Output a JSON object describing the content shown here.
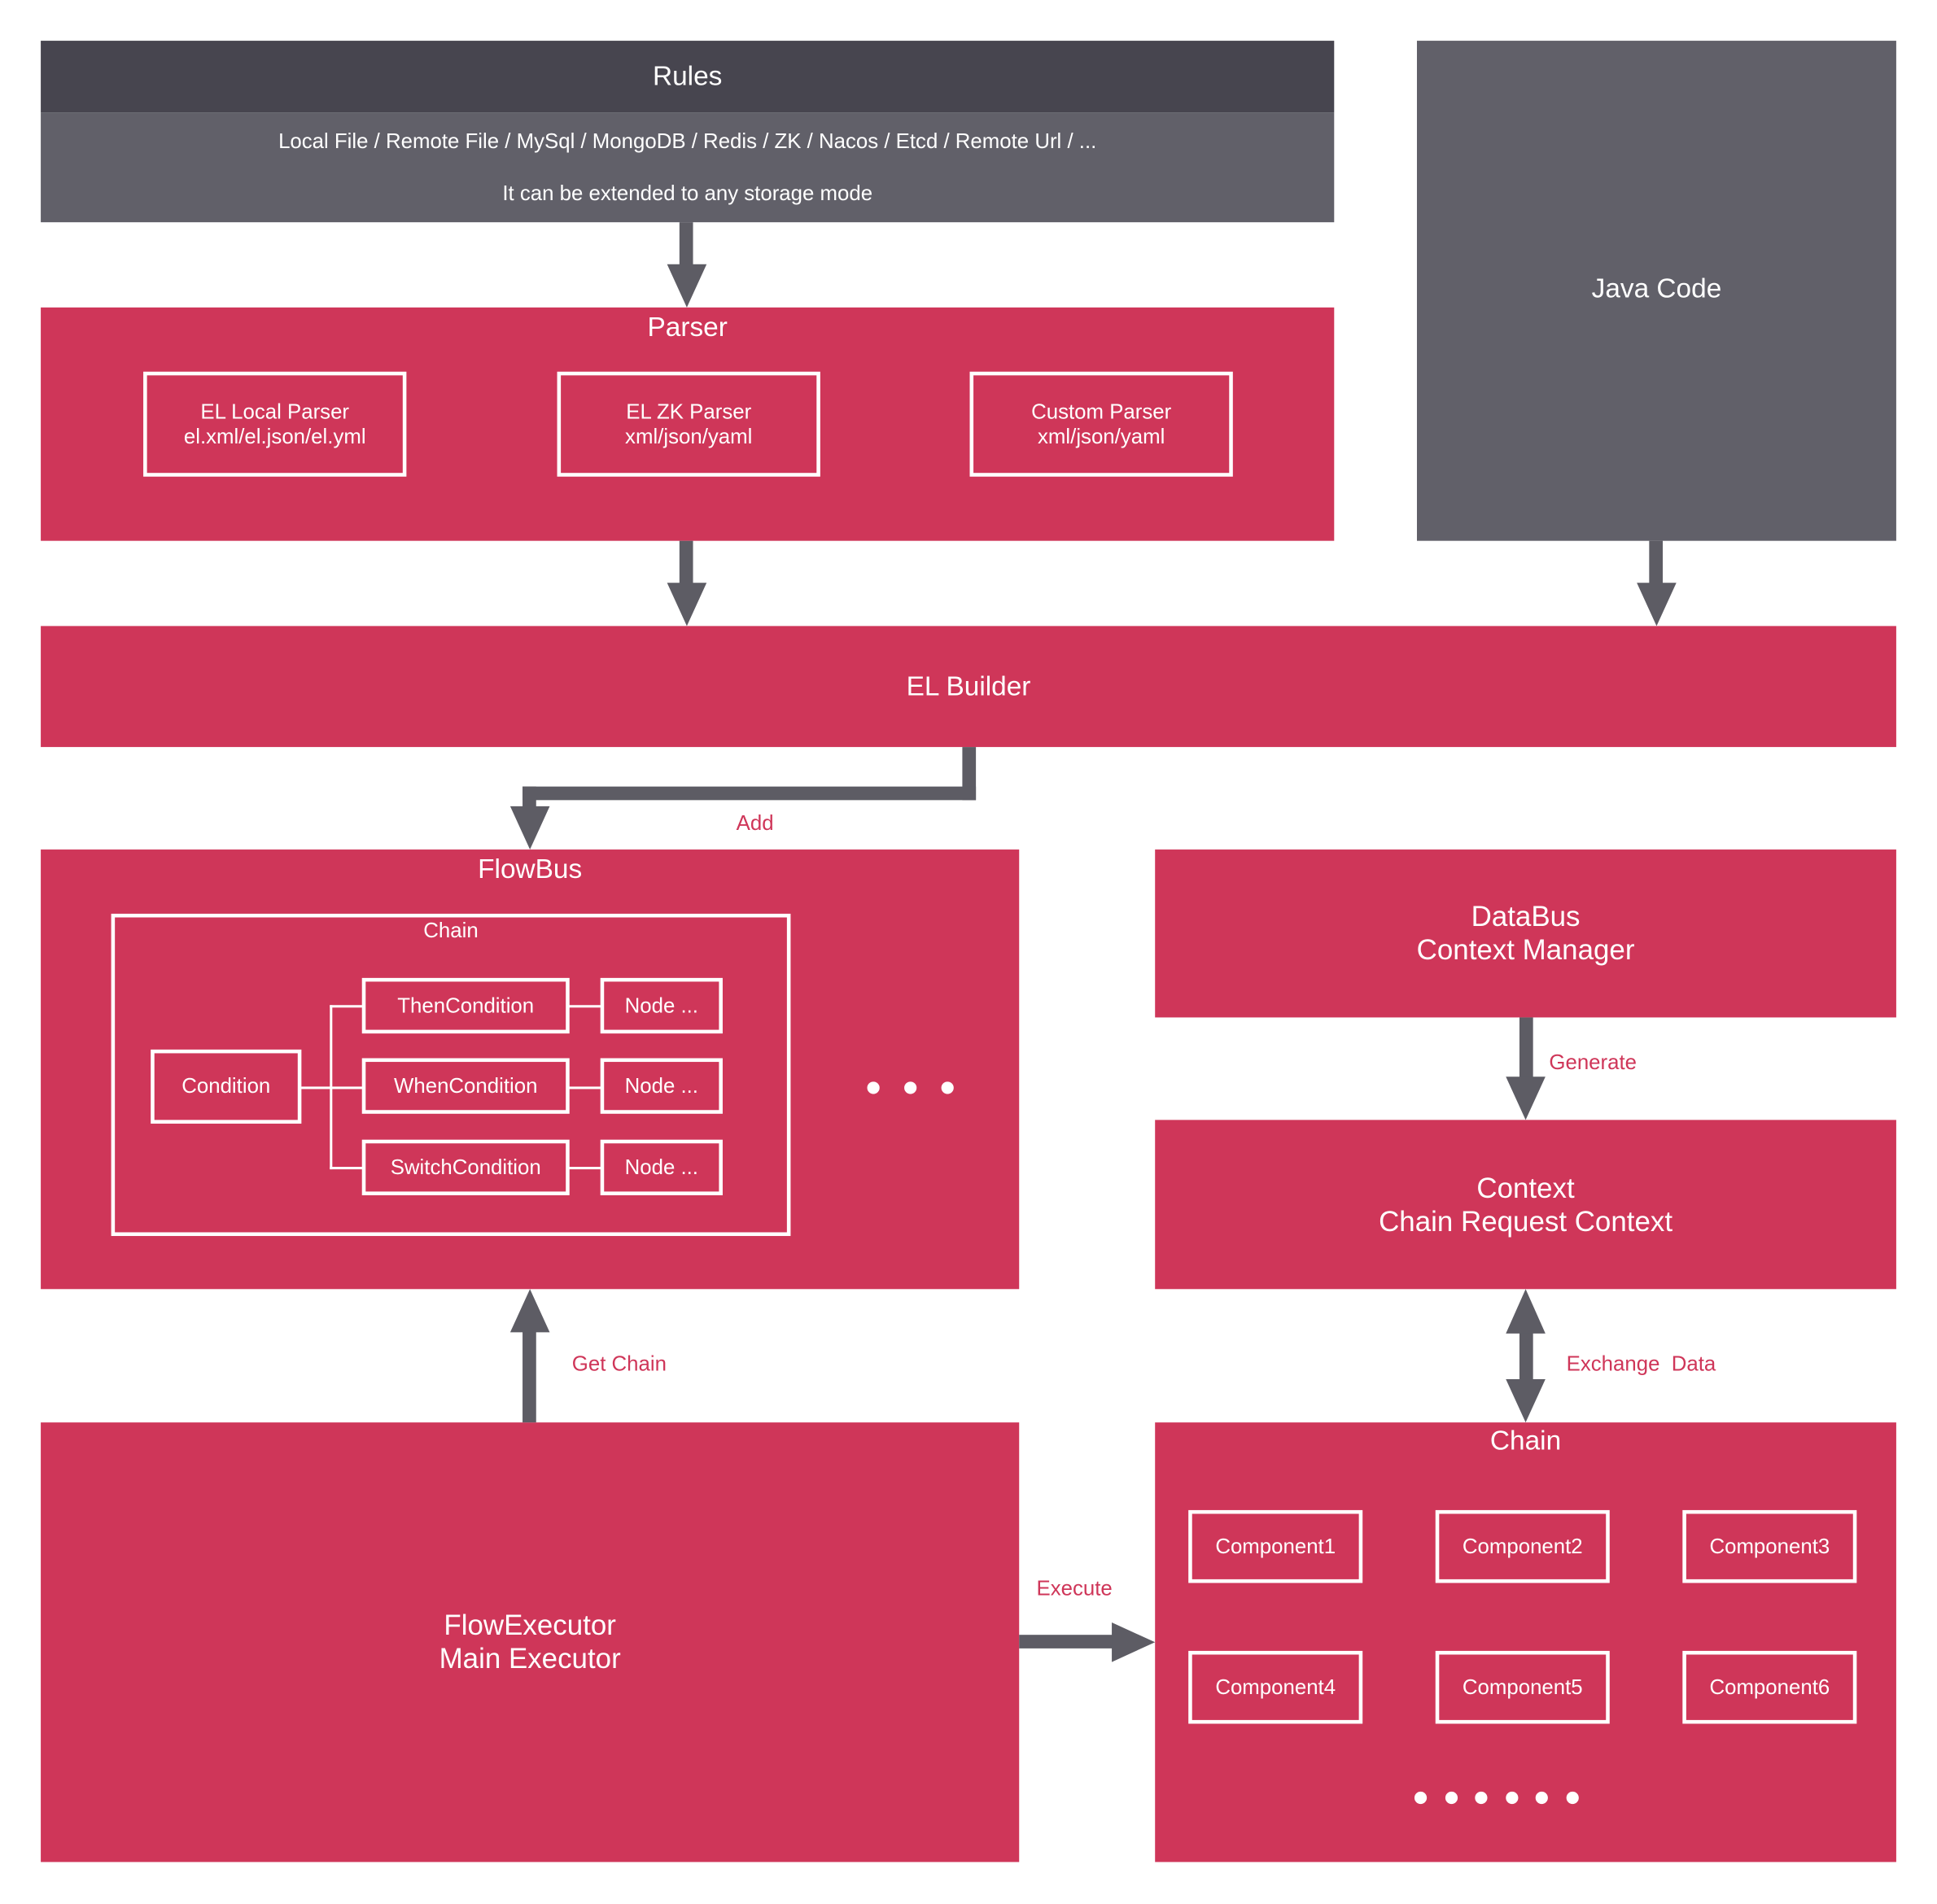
{
  "rules": {
    "title": "Rules",
    "sources": "Local File / Remote File / MySql / MongoDB / Redis / ZK / Nacos / Etcd / Remote Url / ...",
    "note": "It can be extended to any storage mode"
  },
  "java_code": "Java Code",
  "parser": {
    "title": "Parser",
    "items": [
      {
        "name": "EL Local Parser",
        "formats": "el.xml/el.json/el.yml"
      },
      {
        "name": "EL ZK Parser",
        "formats": "xml/json/yaml"
      },
      {
        "name": "Custom Parser",
        "formats": "xml/json/yaml"
      }
    ]
  },
  "el_builder": "EL Builder",
  "labels": {
    "add": "Add",
    "generate": "Generate",
    "get_chain": "Get Chain",
    "exchange_data": "Exchange  Data",
    "execute": "Execute"
  },
  "flowbus": {
    "title": "FlowBus",
    "chain_title": "Chain",
    "condition": "Condition",
    "conditions": [
      "ThenCondition",
      "WhenCondition",
      "SwitchCondition"
    ],
    "node": "Node ..."
  },
  "databus": {
    "line1": "DataBus",
    "line2": "Context Manager"
  },
  "context": {
    "line1": "Context",
    "line2": "Chain Request Context"
  },
  "executor": {
    "line1": "FlowExecutor",
    "line2": "Main Executor"
  },
  "chain": {
    "title": "Chain",
    "components": [
      "Component1",
      "Component2",
      "Component3",
      "Component4",
      "Component5",
      "Component6"
    ]
  },
  "colors": {
    "accent": "#cf3659",
    "gray": "#616069",
    "dark": "#47454f",
    "arrow": "#5d5c64"
  }
}
